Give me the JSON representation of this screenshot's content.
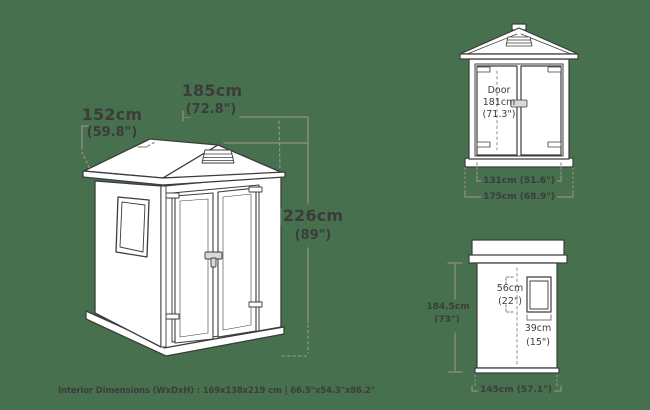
{
  "colors": {
    "background": "#47704E",
    "ink": "#3C3C3B",
    "dim_line": "#8F8F8B",
    "fill": "#FFFFFF"
  },
  "main_view": {
    "width_cm": "185cm",
    "width_in": "(72.8\")",
    "depth_cm": "152cm",
    "depth_in": "(59.8\")",
    "height_cm": "226cm",
    "height_in": "(89\")"
  },
  "front_view": {
    "door_label": "Door",
    "door_cm": "181cm",
    "door_in": "(71.3\")",
    "inner_width": "131cm (51.6\")",
    "outer_width": "175cm (68.9\")"
  },
  "side_view": {
    "window_height_cm": "56cm",
    "window_height_in": "(22\")",
    "window_width_cm": "39cm",
    "window_width_in": "(15\")",
    "height_cm": "184.5cm",
    "height_in": "(73\")",
    "depth": "145cm (57.1\")"
  },
  "footer": {
    "interior_dimensions": "Interior Dimensions (WxDxH) : 169x138x219 cm | 66.5\"x54.3\"x86.2\""
  }
}
